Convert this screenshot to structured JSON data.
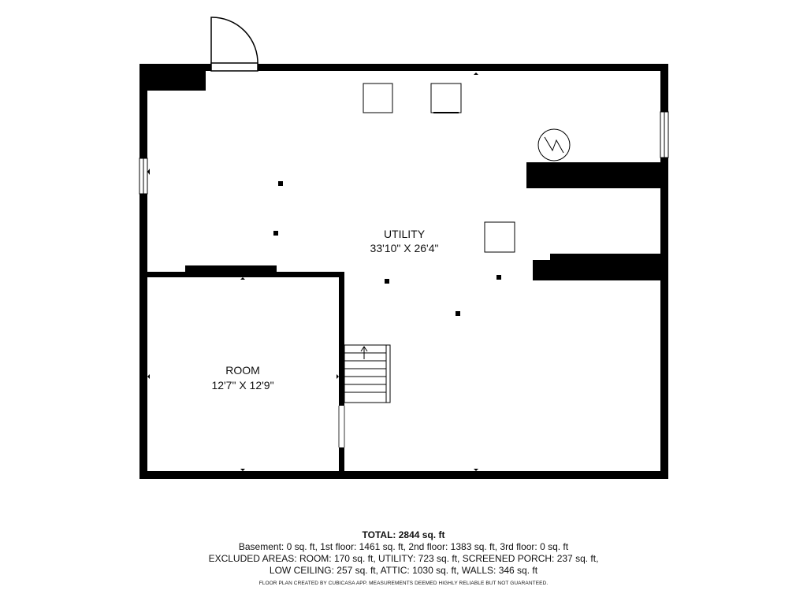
{
  "rooms": {
    "utility": {
      "name": "UTILITY",
      "dims": "33'10\" X 26'4\""
    },
    "room": {
      "name": "ROOM",
      "dims": "12'7\" X 12'9\""
    }
  },
  "summary": {
    "total": "TOTAL: 2844 sq. ft",
    "line1": "Basement: 0 sq. ft, 1st floor: 1461 sq. ft, 2nd floor: 1383 sq. ft, 3rd floor: 0 sq. ft",
    "line2": "EXCLUDED AREAS: ROOM: 170 sq. ft, UTILITY: 723 sq. ft, SCREENED PORCH: 237 sq. ft,",
    "line3": "LOW CEILING: 257 sq. ft, ATTIC: 1030 sq. ft, WALLS: 346 sq. ft",
    "credit": "FLOOR PLAN CREATED BY CUBICASA APP. MEASUREMENTS DEEMED HIGHLY RELIABLE BUT NOT GUARANTEED."
  },
  "colors": {
    "wall": "#000000",
    "background": "#ffffff"
  }
}
